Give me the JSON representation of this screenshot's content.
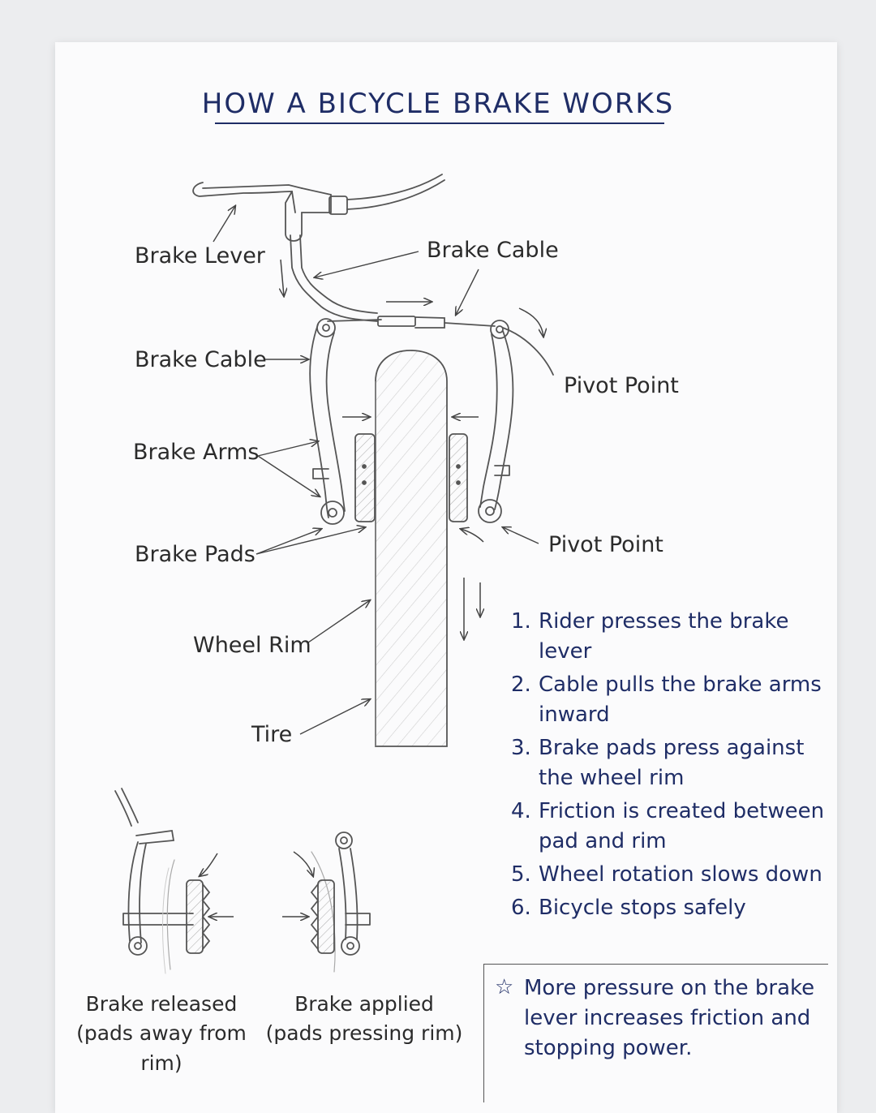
{
  "title": "HOW A BICYCLE BRAKE WORKS",
  "labels": {
    "brake_lever": "Brake Lever",
    "brake_cable_top": "Brake Cable",
    "brake_cable_left": "Brake Cable",
    "pivot_point_top": "Pivot Point",
    "brake_arms": "Brake Arms",
    "brake_pads": "Brake Pads",
    "pivot_point_bottom": "Pivot Point",
    "wheel_rim": "Wheel Rim",
    "tire": "Tire"
  },
  "steps": [
    {
      "num": "1.",
      "text": "Rider presses the brake lever"
    },
    {
      "num": "2.",
      "text": "Cable pulls the brake arms inward"
    },
    {
      "num": "3.",
      "text": "Brake pads press against the wheel rim"
    },
    {
      "num": "4.",
      "text": "Friction is created between pad and rim"
    },
    {
      "num": "5.",
      "text": "Wheel rotation slows down"
    },
    {
      "num": "6.",
      "text": "Bicycle stops safely"
    }
  ],
  "captions": {
    "released": "Brake released\n(pads away from rim)",
    "applied": "Brake applied\n(pads pressing rim)"
  },
  "note": {
    "icon": "star-icon",
    "text": "More pressure on the brake lever increases friction and stopping power."
  },
  "colors": {
    "title_ink": "#1f2d66",
    "pencil": "#555555",
    "label_ink": "#2b2b2b"
  }
}
